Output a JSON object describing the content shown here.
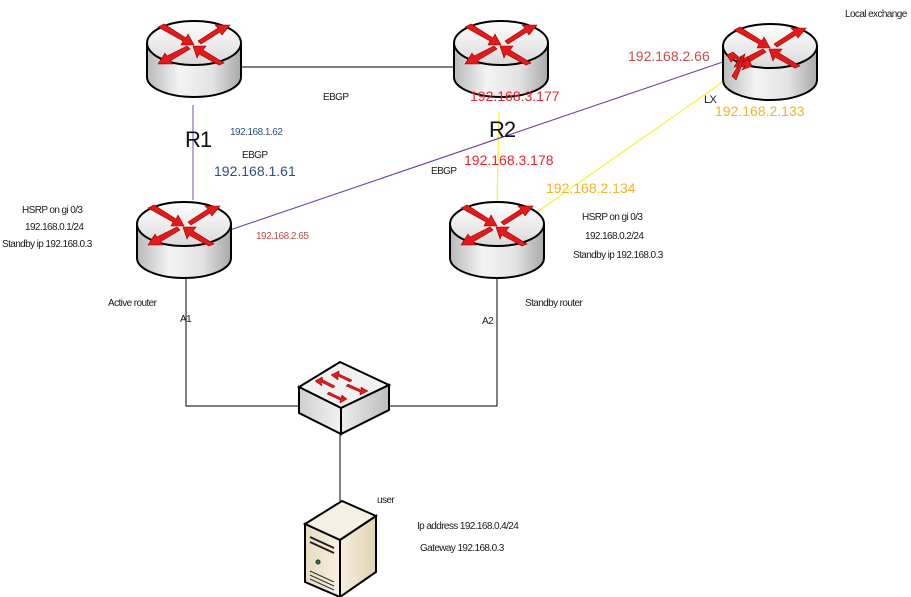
{
  "diagram": {
    "title": "HSRP / EBGP network topology",
    "colors": {
      "link_black": "#000000",
      "link_purple": "#7030a0",
      "link_yellow": "#ffff00",
      "arrow_red": "#e21a1a",
      "ip_red": "#e8262d",
      "ip_rose": "#c0504d",
      "ip_blue": "#2f4f86",
      "ip_yellow": "#f0b528"
    },
    "devices": {
      "r1": {
        "type": "router",
        "label": "R1"
      },
      "r2": {
        "type": "router",
        "label": "R2"
      },
      "lx": {
        "type": "router",
        "label": "LX",
        "caption": "Local exchange"
      },
      "a1": {
        "type": "router",
        "label": "A1",
        "caption": "Active router",
        "notes": [
          "HSRP on gi 0/3",
          "192.168.0.1/24",
          "Standby ip 192.168.0.3"
        ]
      },
      "a2": {
        "type": "router",
        "label": "A2",
        "caption": "Standby router",
        "notes": [
          "HSRP on gi 0/3",
          "192.168.0.2/24",
          "Standby ip 192.168.0.3"
        ]
      },
      "sw": {
        "type": "switch",
        "label": ""
      },
      "user": {
        "type": "server",
        "label": "user",
        "notes": [
          "Ip address 192.168.0.4/24",
          "Gateway 192.168.0.3"
        ]
      }
    },
    "links": [
      {
        "from": "r1",
        "to": "r2",
        "color": "link_black",
        "protocol": "EBGP"
      },
      {
        "from": "r1",
        "to": "a1",
        "color": "link_purple",
        "protocol": "EBGP",
        "ip_from": "192.168.1.62",
        "ip_to": "192.168.1.61"
      },
      {
        "from": "r2",
        "to": "a2",
        "color": "link_yellow",
        "ip_from": "192.168.3.177",
        "ip_to": "192.168.3.178"
      },
      {
        "from": "a1",
        "to": "lx",
        "color": "link_purple",
        "protocol": "EBGP",
        "ip_from": "192.168.2.65",
        "ip_to": "192.168.2.66"
      },
      {
        "from": "a2",
        "to": "lx",
        "color": "link_yellow",
        "ip_from": "192.168.2.134",
        "ip_to": "192.168.2.133"
      },
      {
        "from": "a1",
        "to": "sw",
        "color": "link_black"
      },
      {
        "from": "a2",
        "to": "sw",
        "color": "link_black"
      },
      {
        "from": "sw",
        "to": "user",
        "color": "link_black"
      }
    ],
    "labels": {
      "ebgp_top": "EBGP",
      "ebgp_r1": "EBGP",
      "ebgp_mid": "EBGP",
      "ip_r1_a1_top": "192.168.1.62",
      "ip_r1_a1_bottom": "192.168.1.61",
      "ip_r2_top": "192.168.3.177",
      "ip_r2_bottom": "192.168.3.178",
      "ip_a1_lx": "192.168.2.65",
      "ip_lx_a1": "192.168.2.66",
      "ip_lx_a2": "192.168.2.133",
      "ip_a2_lx": "192.168.2.134"
    }
  }
}
